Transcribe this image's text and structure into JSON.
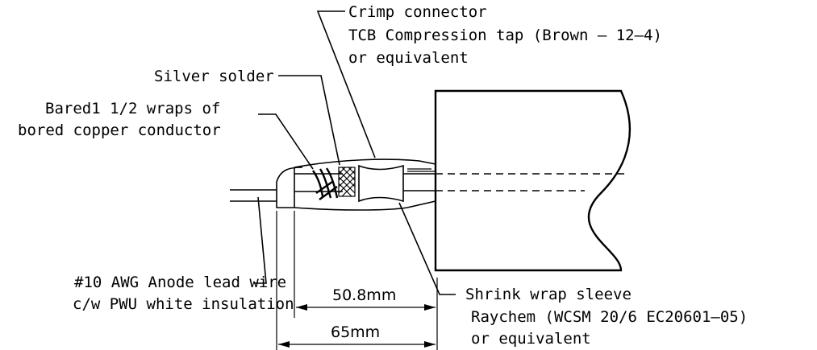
{
  "labels": {
    "crimp_line1": "Crimp connector",
    "crimp_line2": "TCB Compression tap (Brown — 12—4)",
    "crimp_line3": "or equivalent",
    "solder": "Silver solder",
    "bared_line1": "Bared1 1/2 wraps of",
    "bared_line2": "bored copper conductor",
    "anode_line1": "#10 AWG Anode lead wire",
    "anode_line2": "c/w PWU white insulation",
    "shrink_line1": "Shrink wrap sleeve",
    "shrink_line2": "Raychem (WCSM 20/6 EC20601—05)",
    "shrink_line3": "or equivalent"
  },
  "dimensions": {
    "inner": "50.8mm",
    "outer": "65mm"
  }
}
